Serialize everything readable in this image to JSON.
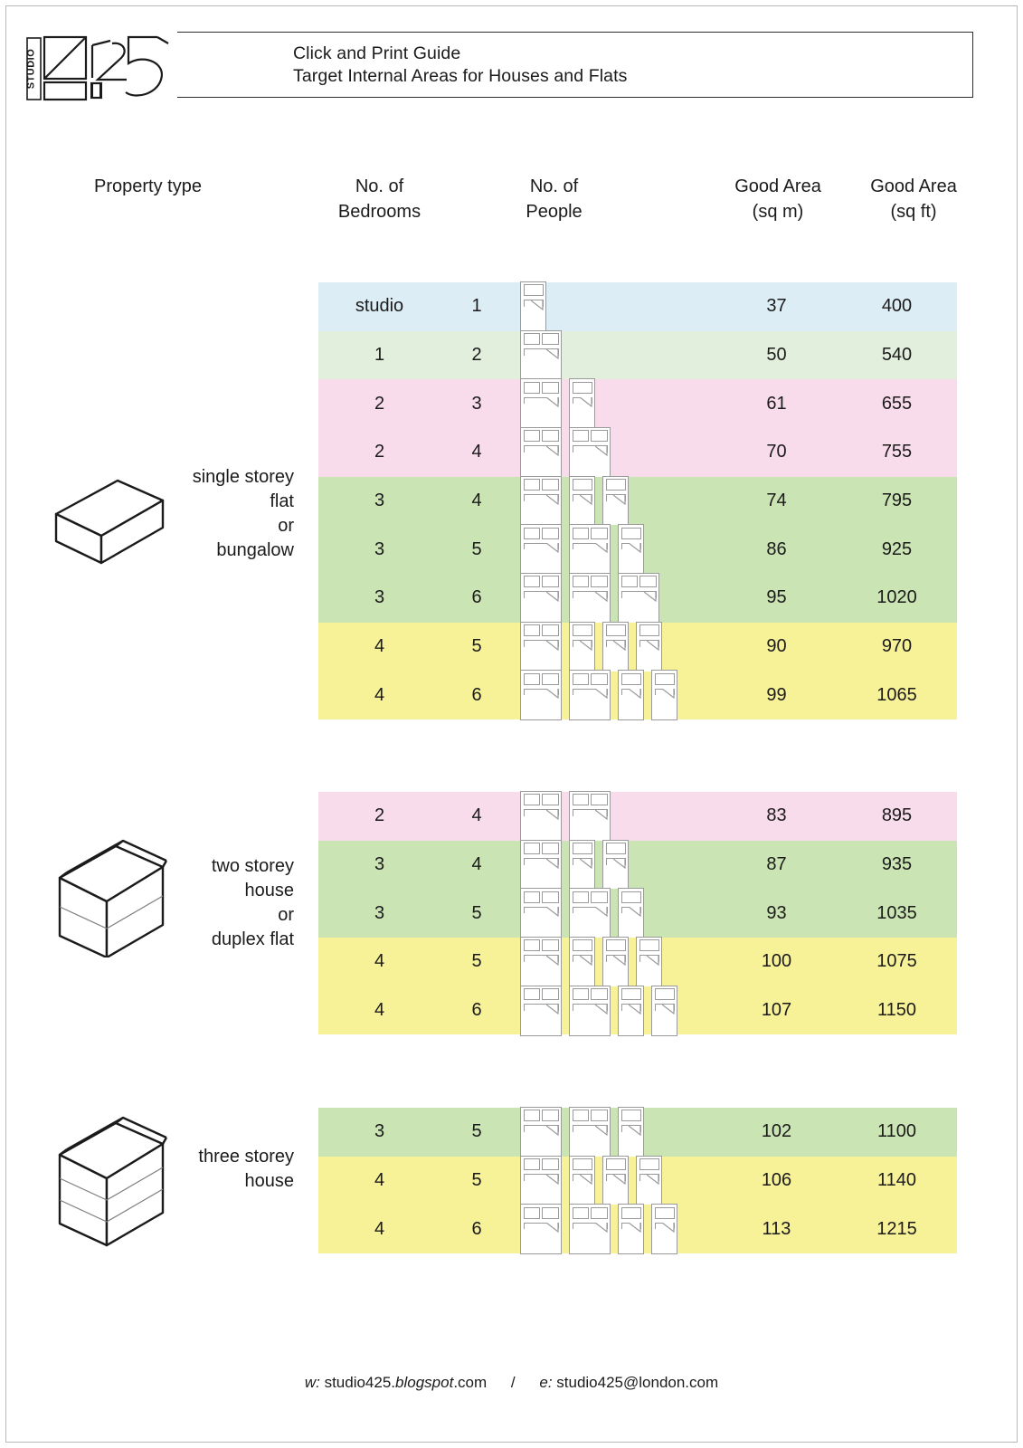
{
  "document": {
    "logo_text": "STUDIO 425",
    "title_line_1": "Click and Print Guide",
    "title_line_2": "Target Internal Areas for Houses and Flats"
  },
  "columns": {
    "property_type": "Property type",
    "bedrooms": "No. of\nBedrooms",
    "people": "No. of\nPeople",
    "good_area_sqm": "Good Area\n(sq m)",
    "good_area_sqft": "Good Area\n(sq ft)"
  },
  "groups": [
    {
      "label": "single storey\nflat\nor\nbungalow",
      "icon": "single-storey-house-icon",
      "storeys": 1,
      "rows": [
        {
          "bedrooms": "studio",
          "people": "1",
          "sqm": "37",
          "sqft": "400",
          "color": "#dcedf5",
          "beds": [
            "single"
          ]
        },
        {
          "bedrooms": "1",
          "people": "2",
          "sqm": "50",
          "sqft": "540",
          "color": "#e3efdd",
          "beds": [
            "double"
          ]
        },
        {
          "bedrooms": "2",
          "people": "3",
          "sqm": "61",
          "sqft": "655",
          "color": "#f8dceb",
          "beds": [
            "double",
            "single"
          ]
        },
        {
          "bedrooms": "2",
          "people": "4",
          "sqm": "70",
          "sqft": "755",
          "color": "#f8dceb",
          "beds": [
            "double",
            "double"
          ]
        },
        {
          "bedrooms": "3",
          "people": "4",
          "sqm": "74",
          "sqft": "795",
          "color": "#cbe4b4",
          "beds": [
            "double",
            "single",
            "single"
          ]
        },
        {
          "bedrooms": "3",
          "people": "5",
          "sqm": "86",
          "sqft": "925",
          "color": "#cbe4b4",
          "beds": [
            "double",
            "double",
            "single"
          ]
        },
        {
          "bedrooms": "3",
          "people": "6",
          "sqm": "95",
          "sqft": "1020",
          "color": "#cbe4b4",
          "beds": [
            "double",
            "double",
            "double"
          ]
        },
        {
          "bedrooms": "4",
          "people": "5",
          "sqm": "90",
          "sqft": "970",
          "color": "#f7f198",
          "beds": [
            "double",
            "single",
            "single",
            "single"
          ]
        },
        {
          "bedrooms": "4",
          "people": "6",
          "sqm": "99",
          "sqft": "1065",
          "color": "#f7f198",
          "beds": [
            "double",
            "double",
            "single",
            "single"
          ]
        }
      ]
    },
    {
      "label": "two storey\nhouse\nor\nduplex flat",
      "icon": "two-storey-house-icon",
      "storeys": 2,
      "rows": [
        {
          "bedrooms": "2",
          "people": "4",
          "sqm": "83",
          "sqft": "895",
          "color": "#f8dceb",
          "beds": [
            "double",
            "double"
          ]
        },
        {
          "bedrooms": "3",
          "people": "4",
          "sqm": "87",
          "sqft": "935",
          "color": "#cbe4b4",
          "beds": [
            "double",
            "single",
            "single"
          ]
        },
        {
          "bedrooms": "3",
          "people": "5",
          "sqm": "93",
          "sqft": "1035",
          "color": "#cbe4b4",
          "beds": [
            "double",
            "double",
            "single"
          ]
        },
        {
          "bedrooms": "4",
          "people": "5",
          "sqm": "100",
          "sqft": "1075",
          "color": "#f7f198",
          "beds": [
            "double",
            "single",
            "single",
            "single"
          ]
        },
        {
          "bedrooms": "4",
          "people": "6",
          "sqm": "107",
          "sqft": "1150",
          "color": "#f7f198",
          "beds": [
            "double",
            "double",
            "single",
            "single"
          ]
        }
      ]
    },
    {
      "label": "three storey\nhouse",
      "icon": "three-storey-house-icon",
      "storeys": 3,
      "rows": [
        {
          "bedrooms": "3",
          "people": "5",
          "sqm": "102",
          "sqft": "1100",
          "color": "#cbe4b4",
          "beds": [
            "double",
            "double",
            "single"
          ]
        },
        {
          "bedrooms": "4",
          "people": "5",
          "sqm": "106",
          "sqft": "1140",
          "color": "#f7f198",
          "beds": [
            "double",
            "single",
            "single",
            "single"
          ]
        },
        {
          "bedrooms": "4",
          "people": "6",
          "sqm": "113",
          "sqft": "1215",
          "color": "#f7f198",
          "beds": [
            "double",
            "double",
            "single",
            "single"
          ]
        }
      ]
    }
  ],
  "footer": {
    "web_prefix": "w:",
    "web_part_1": " studio425.",
    "web_part_2": "blogspot",
    "web_part_3": ".com",
    "separator": "/",
    "email_prefix": "e:",
    "email": " studio425@london.com"
  },
  "palette": {
    "studio_blue": "#dcedf5",
    "one_bed_green": "#e3efdd",
    "two_bed_pink": "#f8dceb",
    "three_bed_green": "#cbe4b4",
    "four_bed_yellow": "#f7f198",
    "ink": "#1b1b1b",
    "bed_outline": "#9a9a9a"
  }
}
